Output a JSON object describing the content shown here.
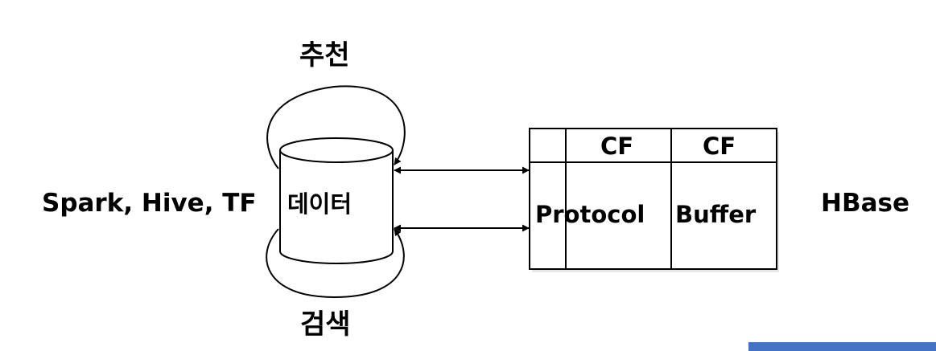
{
  "labels": {
    "top_loop": "추천",
    "bottom_loop": "검색",
    "left_tools": "Spark, Hive, TF",
    "database": "데이터",
    "storage": "HBase"
  },
  "table": {
    "column_headers": [
      "CF",
      "CF"
    ],
    "body_text": [
      "Protocol",
      "Buffer"
    ]
  },
  "colors": {
    "stroke": "#000000",
    "corner_bar": "#4472c4"
  }
}
